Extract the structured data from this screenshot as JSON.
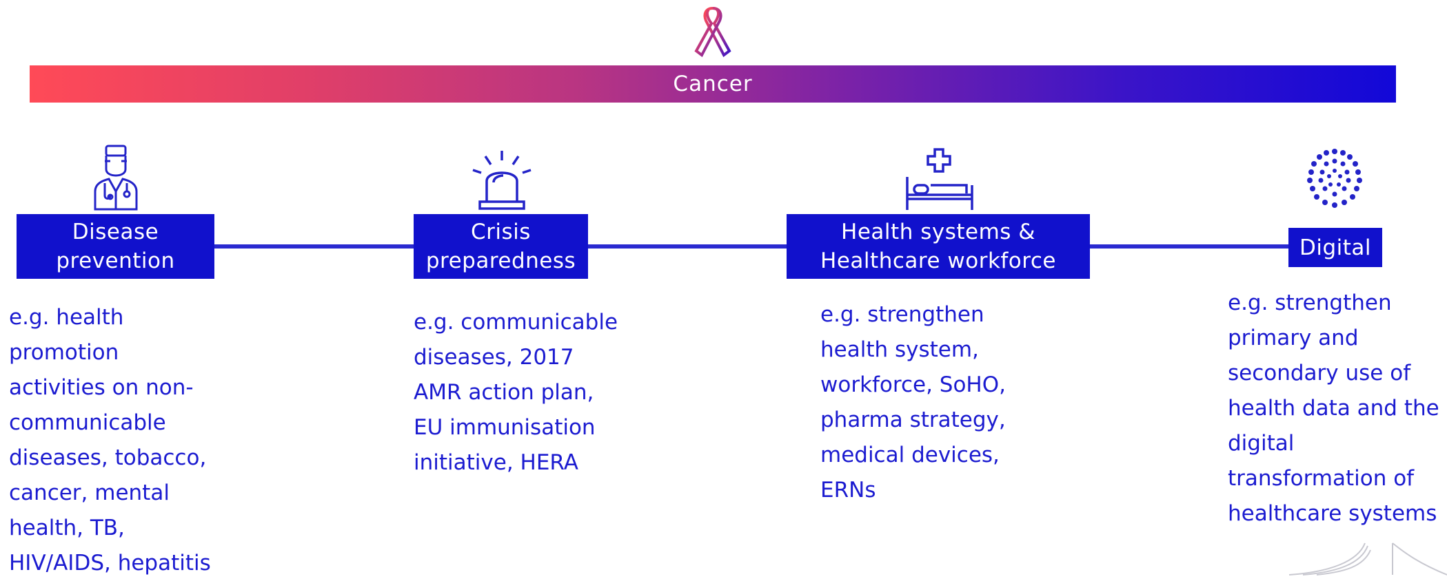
{
  "banner": {
    "label": "Cancer",
    "gradient_colors": [
      "#ff4a57",
      "#b93582",
      "#1208d8"
    ],
    "icon": "cancer-ribbon-icon"
  },
  "accent_color": "#1111cc",
  "text_color": "#1b1bd0",
  "categories": [
    {
      "label": "Disease\nprevention",
      "icon": "doctor-icon",
      "description": "e.g. health\npromotion\nactivities on non-\ncommunicable\ndiseases, tobacco,\ncancer, mental\nhealth, TB,\nHIV/AIDS, hepatitis"
    },
    {
      "label": "Crisis\npreparedness",
      "icon": "alarm-siren-icon",
      "description": "e.g. communicable\ndiseases, 2017\nAMR action plan,\nEU immunisation\ninitiative, HERA"
    },
    {
      "label": "Health systems &\nHealthcare workforce",
      "icon": "hospital-bed-icon",
      "description": "e.g.  strengthen\nhealth system,\nworkforce, SoHO,\npharma strategy,\nmedical devices,\nERNs"
    },
    {
      "label": "Digital",
      "icon": "digital-dots-icon",
      "description": "e.g. strengthen\nprimary and\nsecondary use of\nhealth data and the\ndigital\ntransformation of\nhealthcare systems"
    }
  ]
}
